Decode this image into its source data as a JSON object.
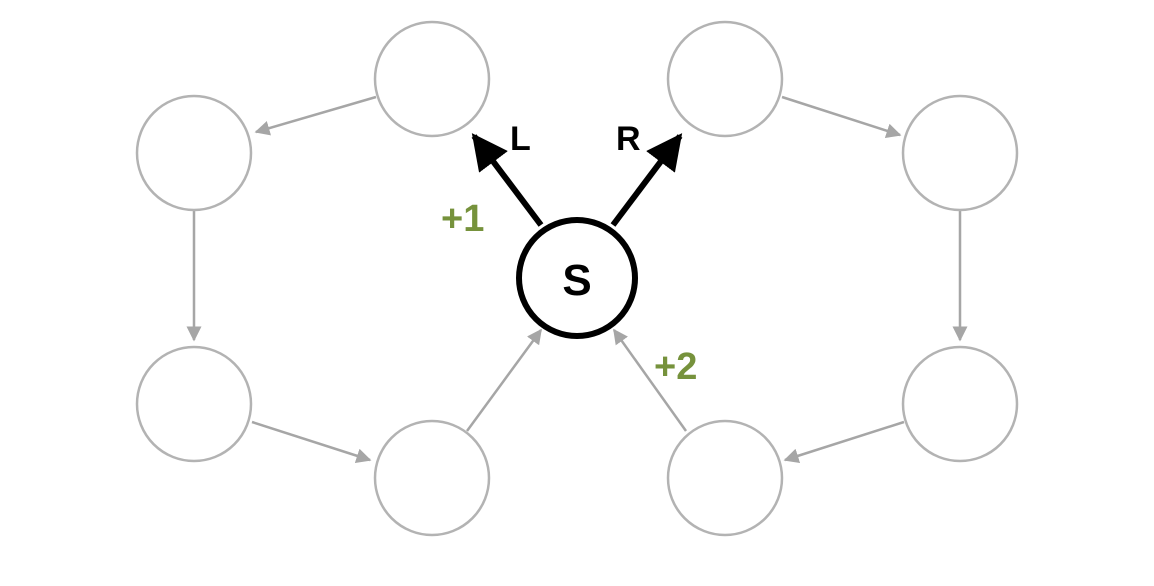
{
  "diagram": {
    "start_node": {
      "label": "S"
    },
    "actions": {
      "left": {
        "label": "L"
      },
      "right": {
        "label": "R"
      }
    },
    "rewards": {
      "left_loop": "+1",
      "right_loop": "+2"
    },
    "colors": {
      "state_outline": "#b3b3b3",
      "transition": "#a6a6a6",
      "start_outline": "#000000",
      "action_arrow": "#000000",
      "reward_text": "#76923c"
    }
  }
}
